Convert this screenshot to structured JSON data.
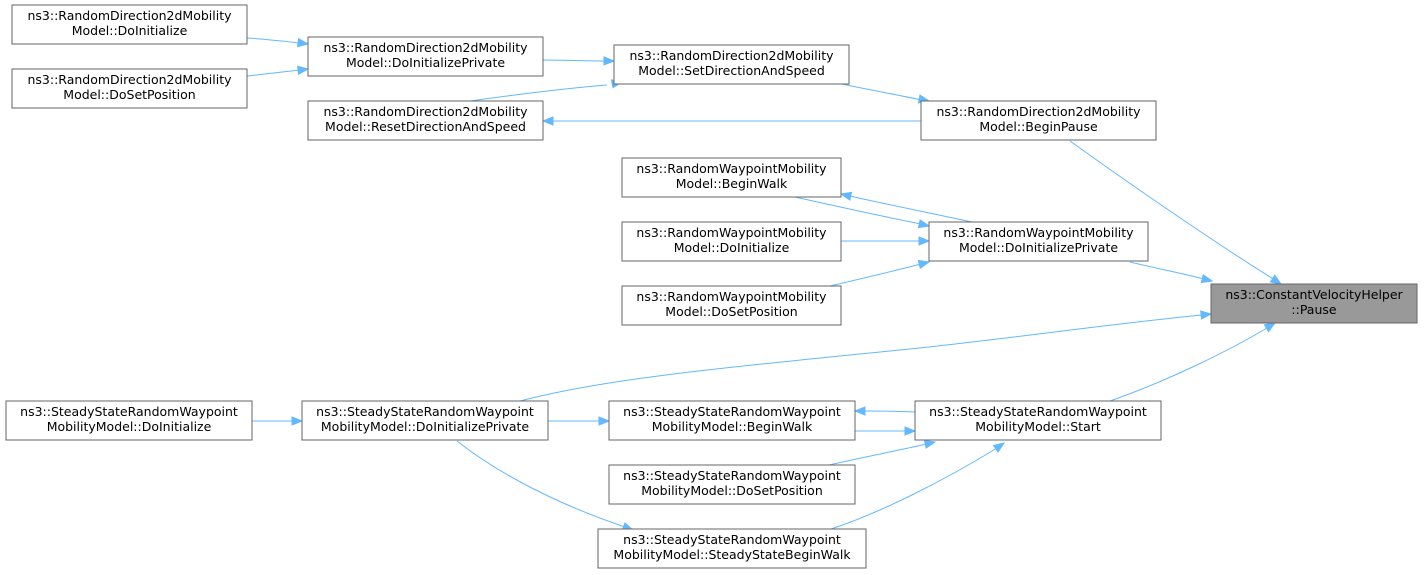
{
  "diagram": {
    "type": "caller-graph",
    "colors": {
      "edge": "#63b8ff",
      "node_border": "#666666",
      "node_fill": "#ffffff",
      "root_fill": "#999999",
      "text": "#000000"
    },
    "nodes": [
      {
        "id": "cvh_pause",
        "root": true,
        "lines": [
          "ns3::ConstantVelocityHelper",
          "::Pause"
        ]
      },
      {
        "id": "rd_beginpause",
        "lines": [
          "ns3::RandomDirection2dMobility",
          "Model::BeginPause"
        ]
      },
      {
        "id": "rd_setdir",
        "lines": [
          "ns3::RandomDirection2dMobility",
          "Model::SetDirectionAndSpeed"
        ]
      },
      {
        "id": "rd_initpriv",
        "lines": [
          "ns3::RandomDirection2dMobility",
          "Model::DoInitializePrivate"
        ]
      },
      {
        "id": "rd_reset",
        "lines": [
          "ns3::RandomDirection2dMobility",
          "Model::ResetDirectionAndSpeed"
        ]
      },
      {
        "id": "rd_doinit",
        "lines": [
          "ns3::RandomDirection2dMobility",
          "Model::DoInitialize"
        ]
      },
      {
        "id": "rd_dosetpos",
        "lines": [
          "ns3::RandomDirection2dMobility",
          "Model::DoSetPosition"
        ]
      },
      {
        "id": "rw_initpriv",
        "lines": [
          "ns3::RandomWaypointMobility",
          "Model::DoInitializePrivate"
        ]
      },
      {
        "id": "rw_beginwalk",
        "lines": [
          "ns3::RandomWaypointMobility",
          "Model::BeginWalk"
        ]
      },
      {
        "id": "rw_doinit",
        "lines": [
          "ns3::RandomWaypointMobility",
          "Model::DoInitialize"
        ]
      },
      {
        "id": "rw_dosetpos",
        "lines": [
          "ns3::RandomWaypointMobility",
          "Model::DoSetPosition"
        ]
      },
      {
        "id": "ss_start",
        "lines": [
          "ns3::SteadyStateRandomWaypoint",
          "MobilityModel::Start"
        ]
      },
      {
        "id": "ss_initpriv",
        "lines": [
          "ns3::SteadyStateRandomWaypoint",
          "MobilityModel::DoInitializePrivate"
        ]
      },
      {
        "id": "ss_doinit",
        "lines": [
          "ns3::SteadyStateRandomWaypoint",
          "MobilityModel::DoInitialize"
        ]
      },
      {
        "id": "ss_beginwalk",
        "lines": [
          "ns3::SteadyStateRandomWaypoint",
          "MobilityModel::BeginWalk"
        ]
      },
      {
        "id": "ss_dosetpos",
        "lines": [
          "ns3::SteadyStateRandomWaypoint",
          "MobilityModel::DoSetPosition"
        ]
      },
      {
        "id": "ss_steadywalk",
        "lines": [
          "ns3::SteadyStateRandomWaypoint",
          "MobilityModel::SteadyStateBeginWalk"
        ]
      }
    ],
    "edges": [
      {
        "from": "rd_beginpause",
        "to": "cvh_pause"
      },
      {
        "from": "rd_setdir",
        "to": "rd_beginpause"
      },
      {
        "from": "rd_beginpause",
        "to": "rd_reset"
      },
      {
        "from": "rd_initpriv",
        "to": "rd_setdir"
      },
      {
        "from": "rd_reset",
        "to": "rd_setdir"
      },
      {
        "from": "rd_doinit",
        "to": "rd_initpriv"
      },
      {
        "from": "rd_dosetpos",
        "to": "rd_initpriv"
      },
      {
        "from": "rw_initpriv",
        "to": "cvh_pause"
      },
      {
        "from": "rw_initpriv",
        "to": "rw_beginwalk"
      },
      {
        "from": "rw_beginwalk",
        "to": "rw_initpriv"
      },
      {
        "from": "rw_doinit",
        "to": "rw_initpriv"
      },
      {
        "from": "rw_dosetpos",
        "to": "rw_initpriv"
      },
      {
        "from": "ss_initpriv",
        "to": "cvh_pause"
      },
      {
        "from": "ss_start",
        "to": "cvh_pause"
      },
      {
        "from": "ss_doinit",
        "to": "ss_initpriv"
      },
      {
        "from": "ss_initpriv",
        "to": "ss_beginwalk"
      },
      {
        "from": "ss_initpriv",
        "to": "ss_steadywalk"
      },
      {
        "from": "ss_start",
        "to": "ss_beginwalk"
      },
      {
        "from": "ss_beginwalk",
        "to": "ss_start"
      },
      {
        "from": "ss_dosetpos",
        "to": "ss_start"
      },
      {
        "from": "ss_steadywalk",
        "to": "ss_start"
      }
    ]
  }
}
